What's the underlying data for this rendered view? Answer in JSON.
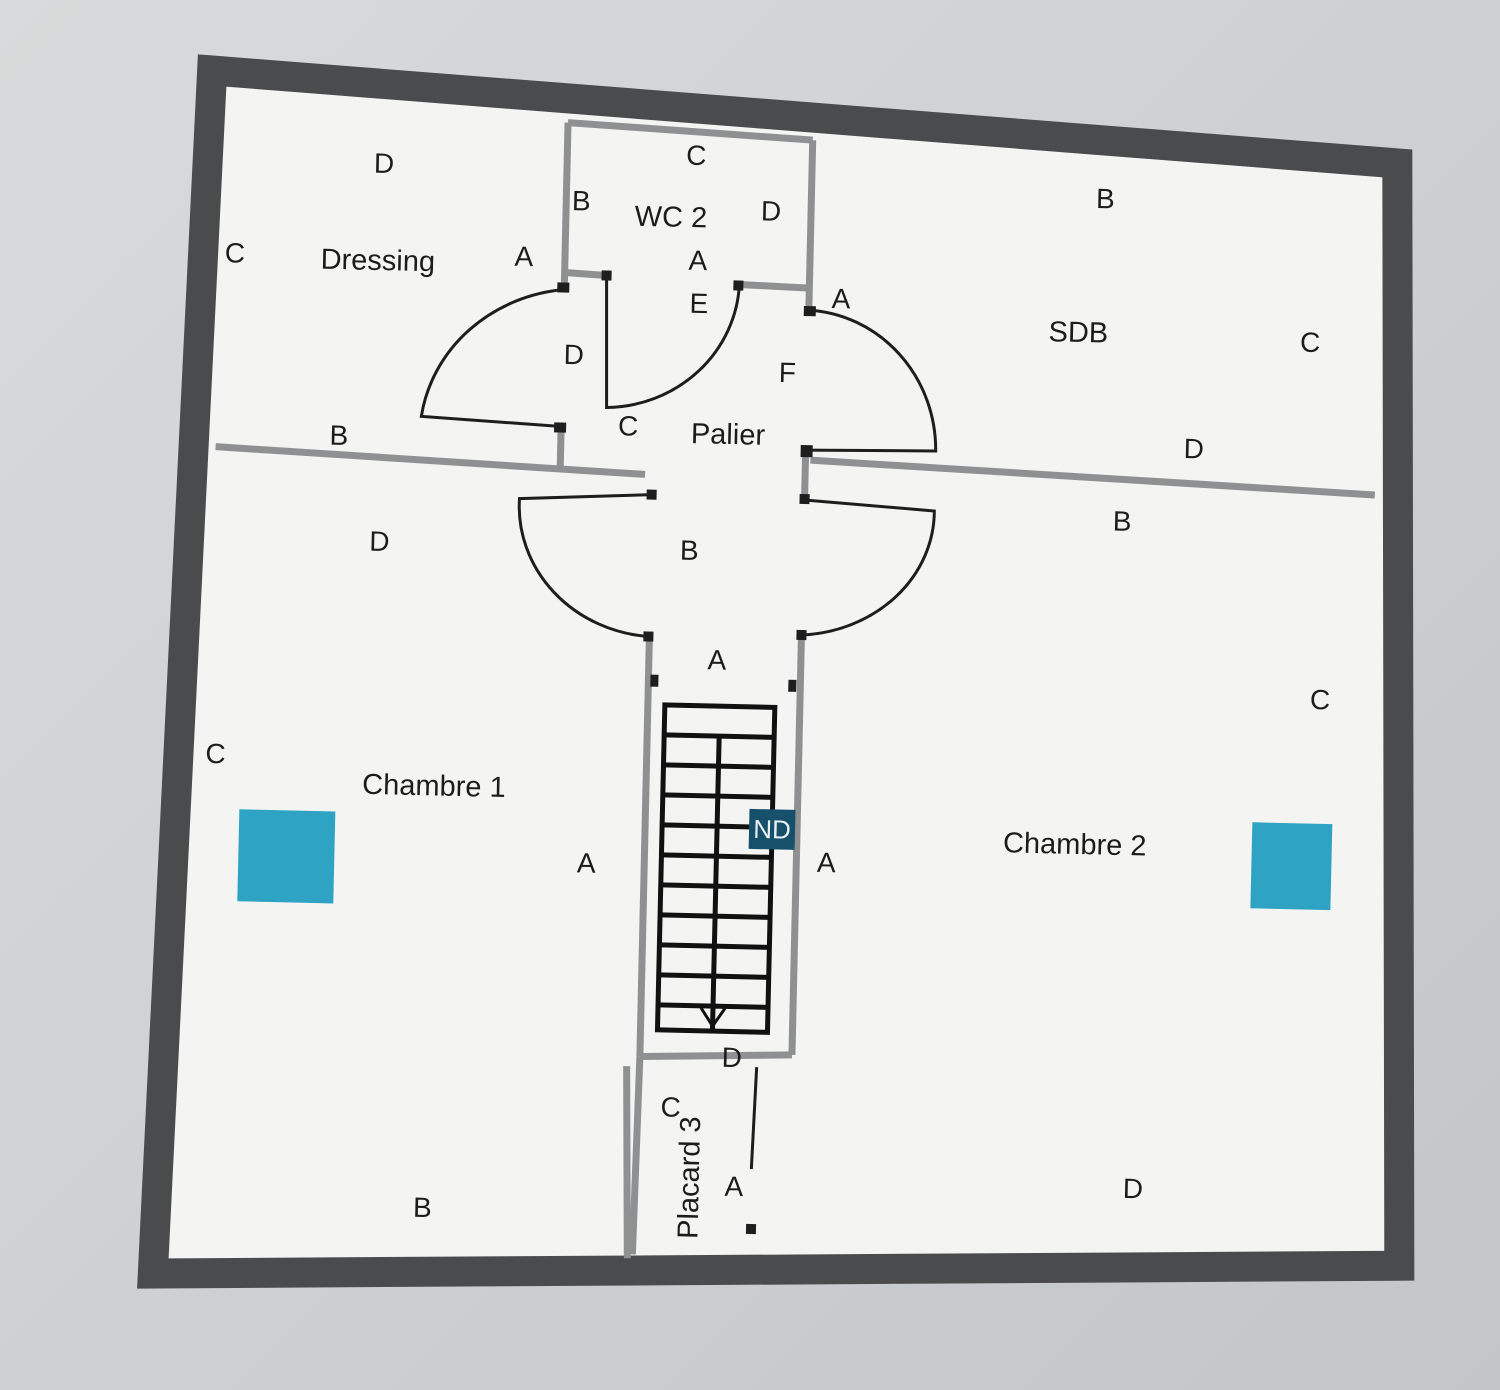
{
  "rooms": {
    "dressing": "Dressing",
    "wc2": "WC 2",
    "palier": "Palier",
    "sdb": "SDB",
    "chambre1": "Chambre 1",
    "chambre2": "Chambre 2",
    "placard3": "Placard 3"
  },
  "badge": "ND",
  "wall_labels": {
    "dressing_d": "D",
    "dressing_c": "C",
    "dressing_a": "A",
    "dressing_b": "B",
    "wc_c": "C",
    "wc_b": "B",
    "wc_d": "D",
    "wc_a": "A",
    "palier_e": "E",
    "palier_d": "D",
    "palier_f": "F",
    "palier_c": "C",
    "palier_a": "A",
    "sdb_b": "B",
    "sdb_c": "C",
    "sdb_d": "D",
    "corridor_b": "B",
    "corridor_a": "A",
    "ch1_d": "D",
    "ch1_c": "C",
    "ch1_a": "A",
    "ch1_b": "B",
    "ch2_b": "B",
    "ch2_c": "C",
    "ch2_a": "A",
    "ch2_d": "D",
    "placard_d": "D",
    "placard_c": "C",
    "placard_a": "A"
  },
  "colors": {
    "outer_wall": "#4a4b4d",
    "inner_wall": "#8f9092",
    "floor": "#f4f4f3",
    "window": "#2ea3c4",
    "badge_bg": "#16506a"
  }
}
